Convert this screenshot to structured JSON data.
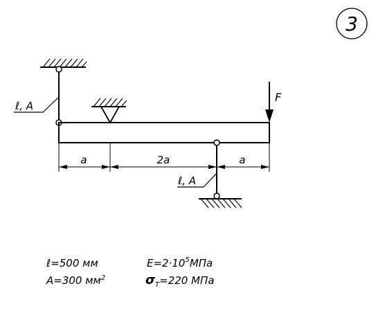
{
  "problem_number": "3",
  "labels": {
    "rod_upper": "ℓ, A",
    "rod_lower": "ℓ, A",
    "force": "F",
    "dim_left": "a",
    "dim_middle": "2a",
    "dim_right": "a"
  },
  "given": {
    "length": "ℓ=500 мм",
    "area_main": "A=300 мм",
    "area_exp": "2",
    "modulus_main": "E=2·10",
    "modulus_exp": "5",
    "modulus_unit": "МПа",
    "yield_symbol": "σ",
    "yield_sub": "T",
    "yield_value": "=220 МПа"
  },
  "colors": {
    "ink": "#000000",
    "background": "#ffffff"
  }
}
